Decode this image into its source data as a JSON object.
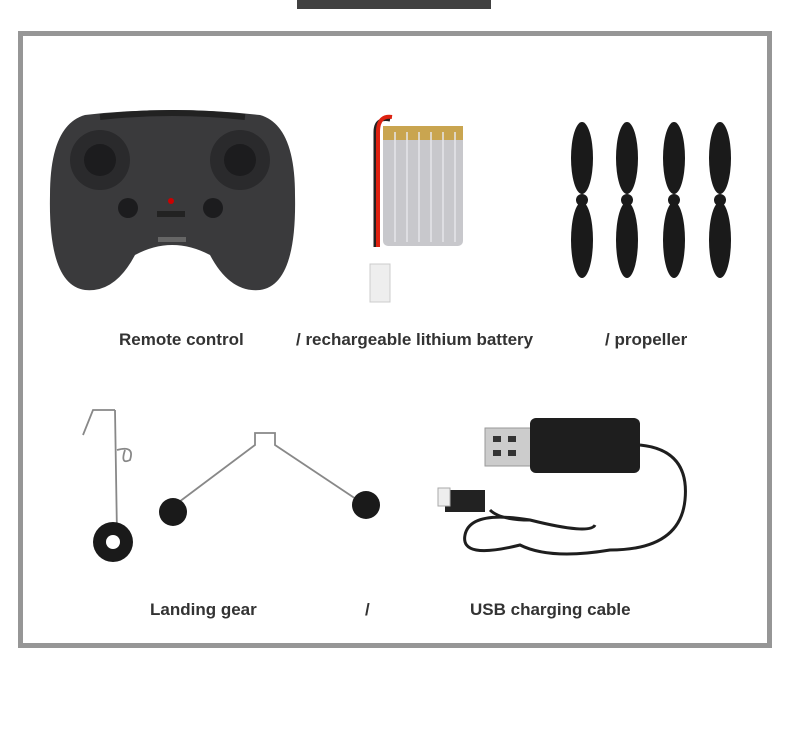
{
  "labels": {
    "remote_control": "Remote control",
    "battery": "/ rechargeable lithium battery",
    "propeller": "/ propeller",
    "landing_gear": "Landing gear",
    "separator": "/",
    "usb_cable": "USB charging cable"
  },
  "colors": {
    "frame": "#969696",
    "top_bar": "#414141",
    "text": "#333333"
  }
}
